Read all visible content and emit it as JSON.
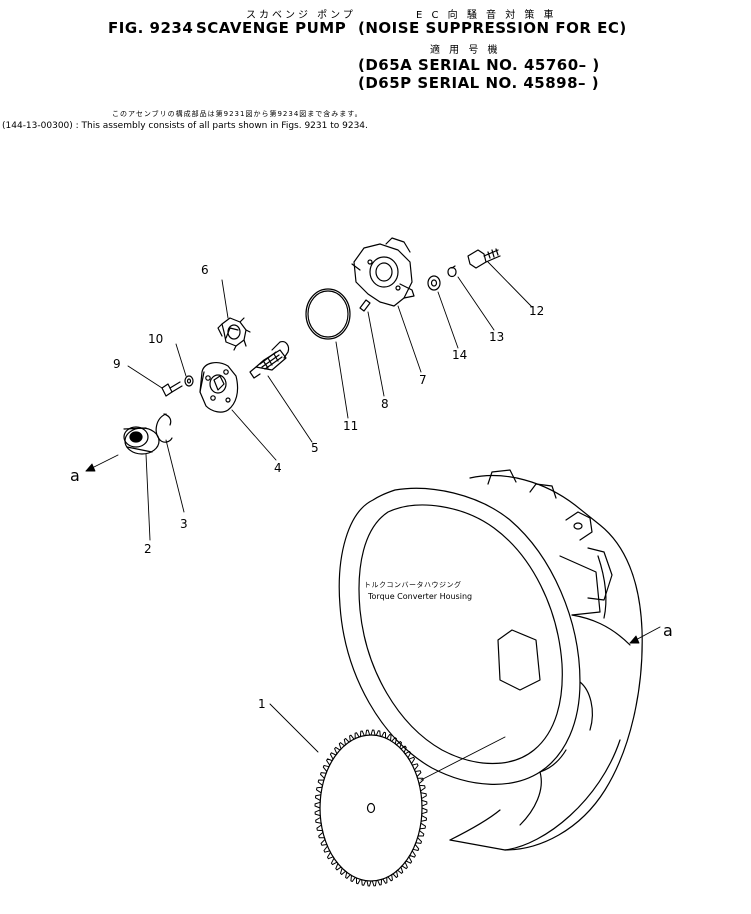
{
  "header": {
    "jp_title": "スカベンジ ポンプ",
    "fig_label": "FIG. 9234",
    "title": "SCAVENGE PUMP",
    "jp_subtitle": "E C 向 騒 音 対 策 車",
    "subtitle": "(NOISE SUPPRESSION FOR EC)",
    "jp_applicability": "適 用 号 機",
    "serials": [
      "(D65A SERIAL NO. 45760– )",
      "(D65P SERIAL NO. 45898– )"
    ]
  },
  "note": {
    "jp": "このアセンブリの構成部品は第9231図から第9234図まで含みます。",
    "en": "(144-13-00300) : This assembly consists of all parts shown in Figs. 9231 to 9234."
  },
  "callouts": [
    "1",
    "2",
    "3",
    "4",
    "5",
    "6",
    "7",
    "8",
    "9",
    "10",
    "11",
    "12",
    "13",
    "14"
  ],
  "view_labels": [
    "a",
    "a"
  ],
  "housing": {
    "label_jp": "トルクコンバータハウジング",
    "label_en": "Torque Converter Housing"
  }
}
